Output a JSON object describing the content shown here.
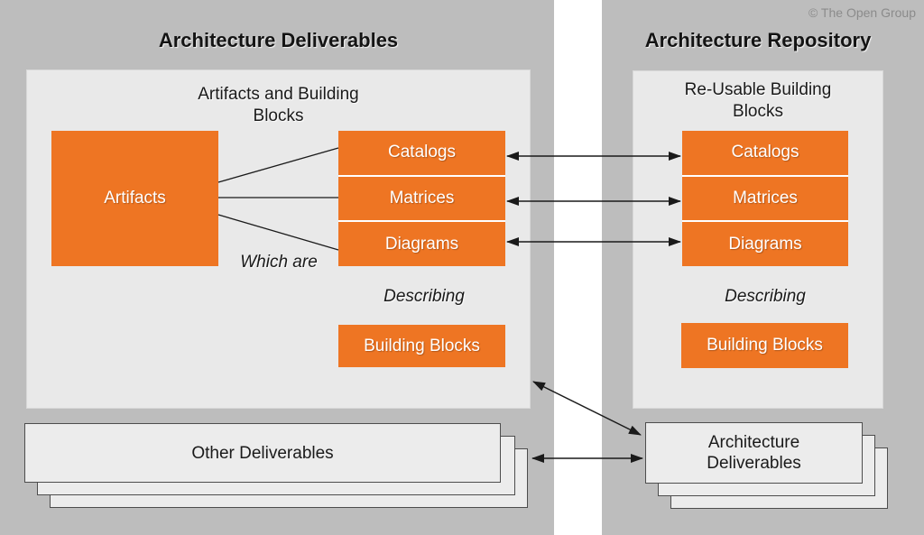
{
  "copyright": "© The Open Group",
  "left_panel": {
    "title": "Architecture Deliverables",
    "heading": "Artifacts and Building Blocks",
    "artifacts": "Artifacts",
    "rows": [
      "Catalogs",
      "Matrices",
      "Diagrams"
    ],
    "which_are": "Which are",
    "describing": "Describing",
    "building_blocks": "Building Blocks",
    "other_deliverables": "Other Deliverables"
  },
  "right_panel": {
    "title": "Architecture Repository",
    "heading": "Re-Usable Building Blocks",
    "rows": [
      "Catalogs",
      "Matrices",
      "Diagrams"
    ],
    "describing": "Describing",
    "building_blocks": "Building Blocks",
    "architecture_deliverables": "Architecture Deliverables"
  },
  "colors": {
    "orange": "#ee7523",
    "outer_gray": "#bdbdbd",
    "inner_gray": "#e9e9e9",
    "doc_fill": "#ececec",
    "doc_border": "#4d4d4d",
    "arrow_black": "#1a1a1a",
    "copyright_gray": "#8b8b8b"
  }
}
